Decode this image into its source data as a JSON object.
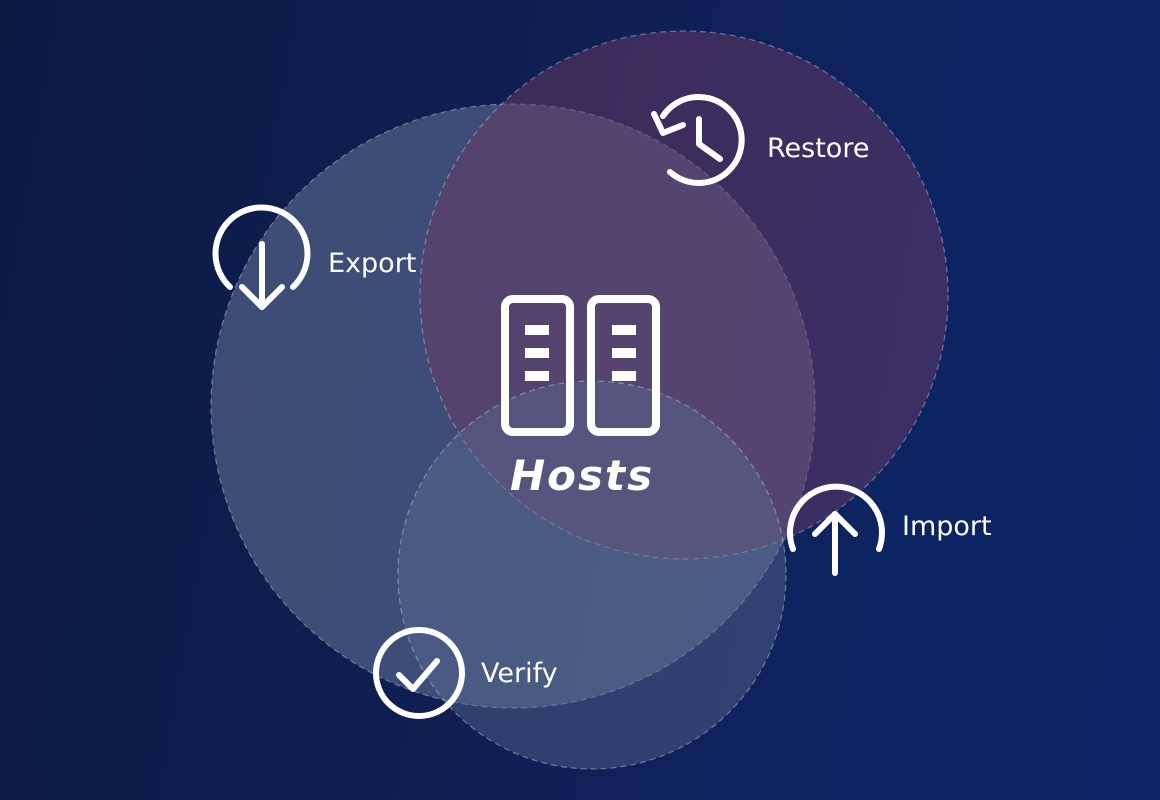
{
  "diagram": {
    "center": {
      "title": "Hosts",
      "icon": "server-rack-icon"
    },
    "actions": [
      {
        "key": "export",
        "label": "Export",
        "icon": "download-arrow-icon"
      },
      {
        "key": "restore",
        "label": "Restore",
        "icon": "history-clock-icon"
      },
      {
        "key": "import",
        "label": "Import",
        "icon": "upload-arrow-icon"
      },
      {
        "key": "verify",
        "label": "Verify",
        "icon": "checkmark-circle-icon"
      }
    ]
  },
  "colors": {
    "background_start": "#0e1a44",
    "background_end": "#0b2468",
    "circle_export": "#5c6a90",
    "circle_restore": "#6a3a66",
    "circle_verify": "#5a6e92",
    "foreground": "#ffffff"
  }
}
